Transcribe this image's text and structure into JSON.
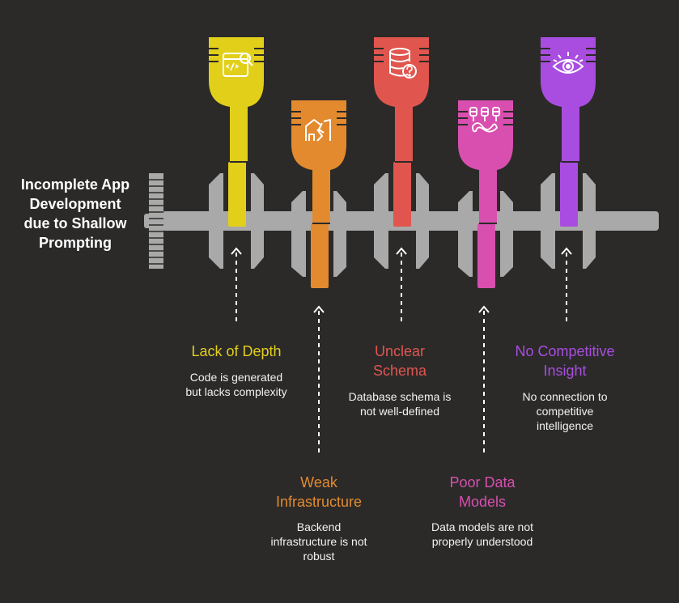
{
  "title": "Incomplete App Development due to Shallow Prompting",
  "colors": {
    "background": "#2b2a29",
    "shaft": "#a9a9a9",
    "yellow": "#e2cf1a",
    "orange": "#e38a2f",
    "red": "#e0564f",
    "pink": "#d94fb0",
    "purple": "#a94de0"
  },
  "issues": [
    {
      "label": "Lack of Depth",
      "description": "Code is generated\nbut lacks complexity",
      "color": "#e2cf1a",
      "icon": "code-search-icon"
    },
    {
      "label": "Weak\nInfrastructure",
      "description": "Backend\ninfrastructure is not\nrobust",
      "color": "#e38a2f",
      "icon": "broken-building-icon"
    },
    {
      "label": "Unclear\nSchema",
      "description": "Database schema is\nnot well-defined",
      "color": "#e0564f",
      "icon": "database-question-icon"
    },
    {
      "label": "Poor Data\nModels",
      "description": "Data models are not\nproperly understood",
      "color": "#d94fb0",
      "icon": "tangled-data-icon"
    },
    {
      "label": "No Competitive\nInsight",
      "description": "No connection to\ncompetitive\nintelligence",
      "color": "#a94de0",
      "icon": "eye-insight-icon"
    }
  ]
}
